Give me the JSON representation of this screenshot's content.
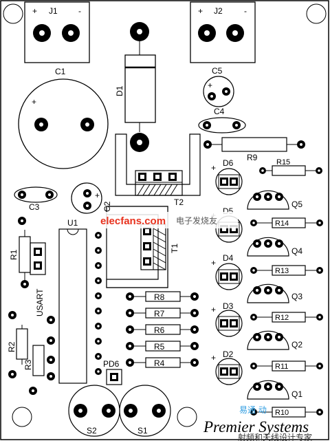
{
  "connectors": [
    {
      "label": "J1",
      "plus": "+",
      "minus": "-"
    },
    {
      "label": "J2",
      "plus": "+",
      "minus": "-"
    }
  ],
  "capacitors": {
    "c1": "C1",
    "c2": "C2",
    "c3": "C3",
    "c4": "C4",
    "c5": "C5"
  },
  "diodes": {
    "d1": "D1",
    "d2": "D2",
    "d3": "D3",
    "d4": "D4",
    "d5": "D5",
    "d6": "D6"
  },
  "resistors": {
    "r1": "R1",
    "r2": "R2",
    "r3": "R3",
    "r4": "R4",
    "r5": "R5",
    "r6": "R6",
    "r7": "R7",
    "r8": "R8",
    "r9": "R9",
    "r10": "R10",
    "r11": "R11",
    "r12": "R12",
    "r13": "R13",
    "r14": "R14",
    "r15": "R15"
  },
  "transistors": {
    "q1": "Q1",
    "q2": "Q2",
    "q3": "Q3",
    "q4": "Q4",
    "q5": "Q5"
  },
  "transformers": {
    "t1": "T1",
    "t2": "T2"
  },
  "ic": {
    "u1": "U1"
  },
  "header": {
    "usart": "USART"
  },
  "photodiode": {
    "pd6": "PD6"
  },
  "switches": {
    "s1": "S1",
    "s2": "S2"
  },
  "polarity_mark": "+",
  "watermark": {
    "site": "elecfans.com",
    "cn": "电子发烧友",
    "color": "#e8321e"
  },
  "brand": {
    "name": "Premier Systems",
    "cn_caption": "射频和天线设计专家",
    "cn_overlay": "易通 动"
  }
}
